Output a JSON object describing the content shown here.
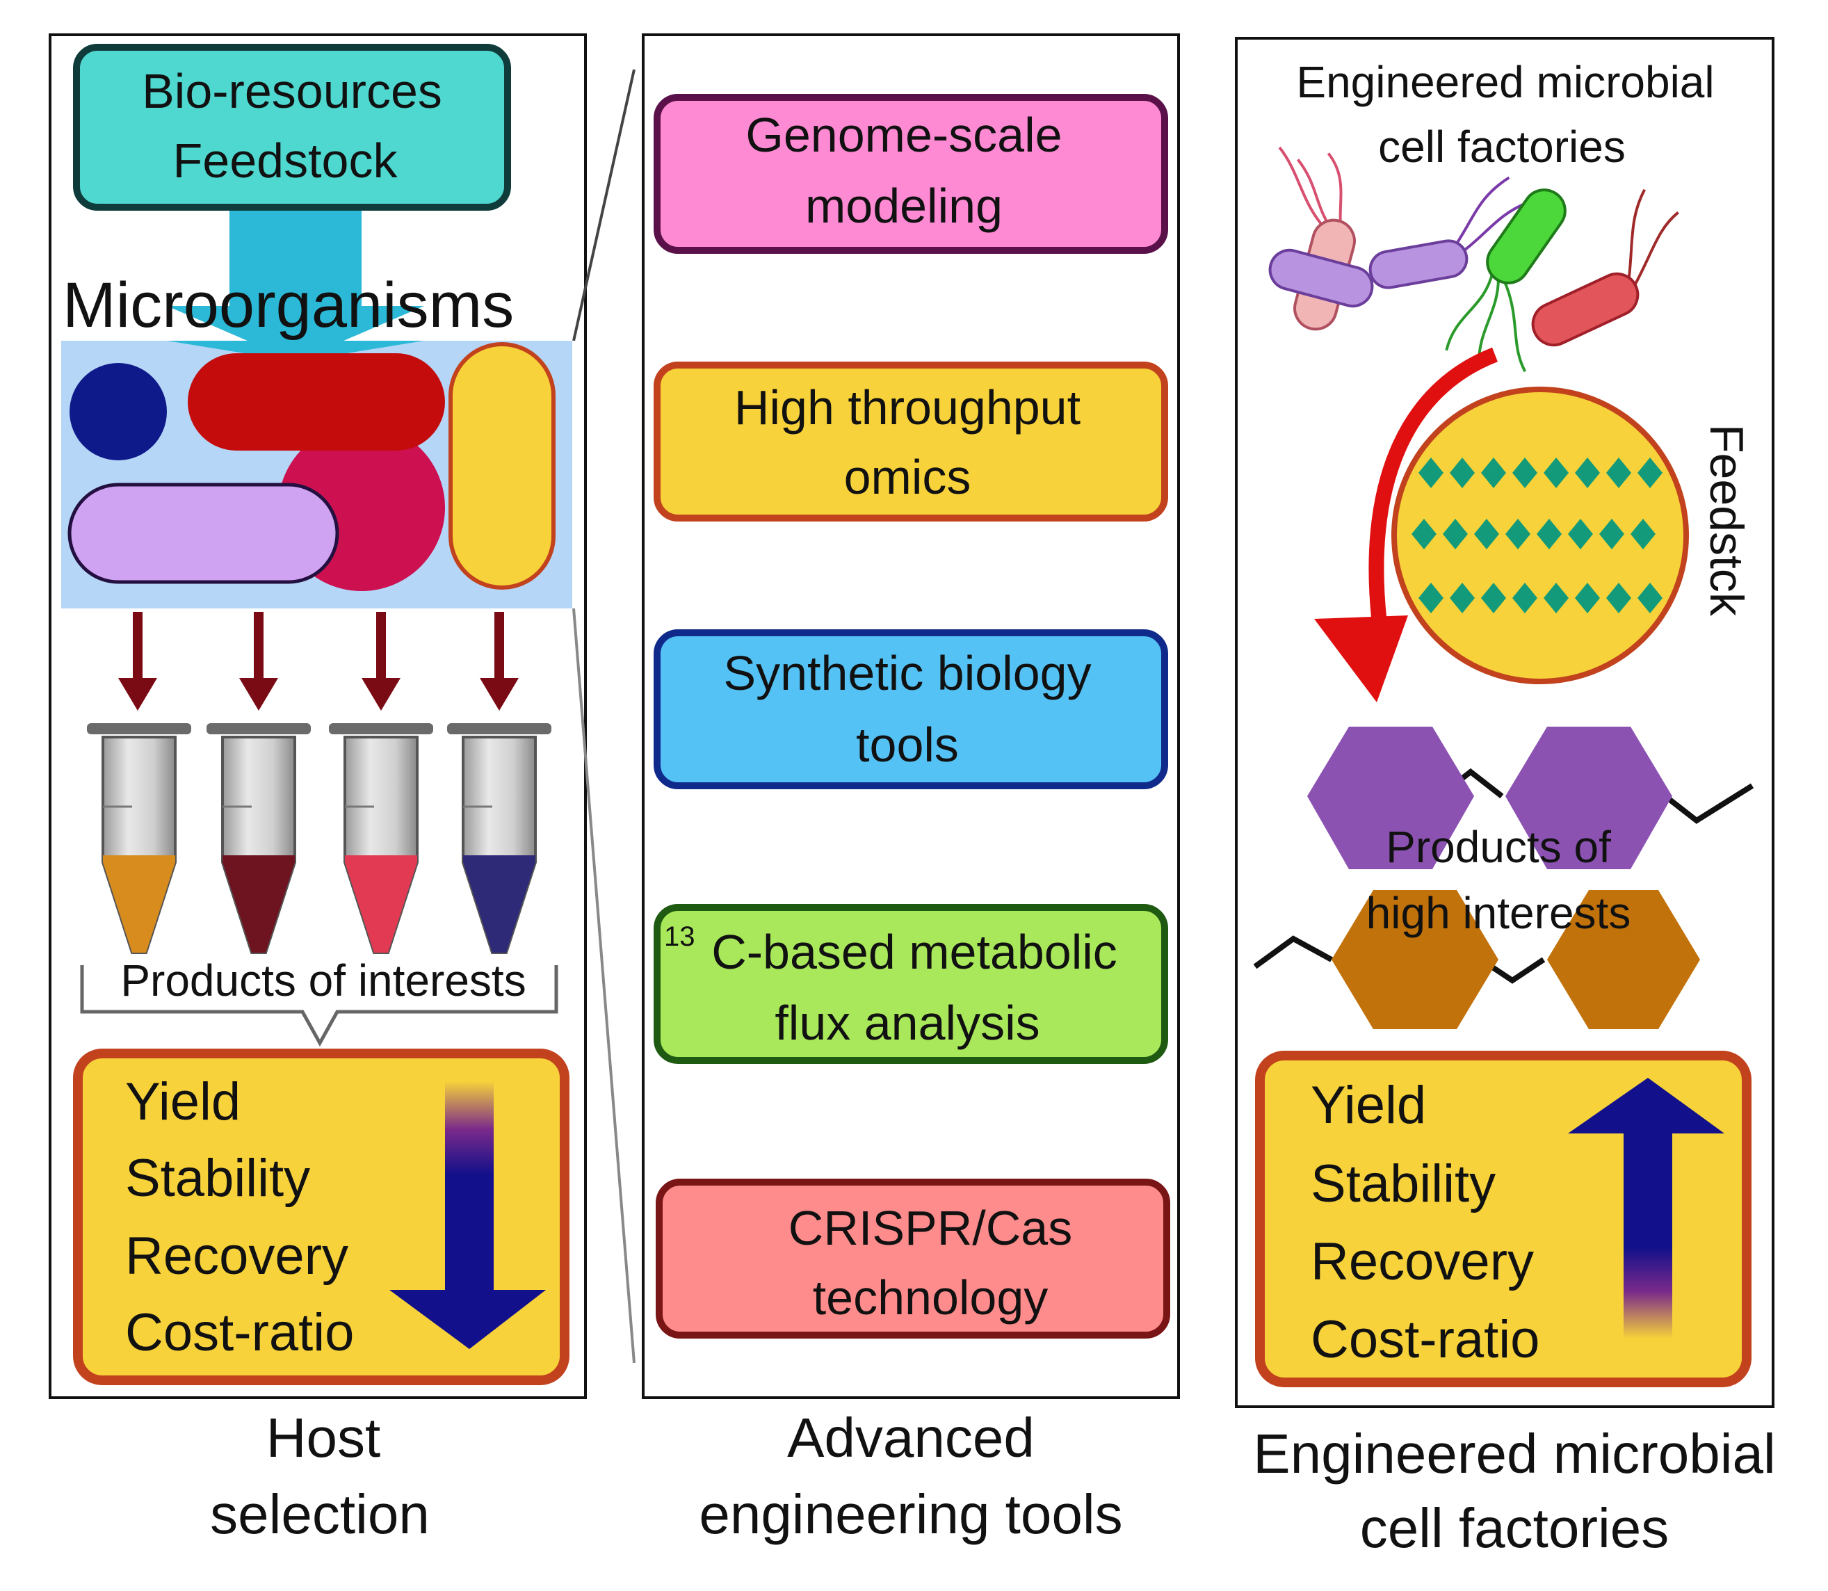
{
  "panel_left": {
    "feedstock_box": {
      "line1": "Bio-resources",
      "line2": "Feedstock"
    },
    "microorganisms_label": "Microorganisms",
    "products_label": "Products of interests",
    "metrics": [
      "Yield",
      "Stability",
      "Recovery",
      "Cost-ratio"
    ],
    "trend": "decrease",
    "caption": {
      "line1": "Host",
      "line2": "selection"
    }
  },
  "panel_middle": {
    "tools": [
      {
        "line1": "Genome-scale",
        "line2": "modeling",
        "fill": "#FF8AD4",
        "stroke": "#5A1048"
      },
      {
        "line1": "High throughput",
        "line2": "omics",
        "fill": "#F7D23A",
        "stroke": "#C2421E"
      },
      {
        "line1": "Synthetic biology",
        "line2": "tools",
        "fill": "#55C2F5",
        "stroke": "#0F2A8A"
      },
      {
        "line1": "C-based metabolic",
        "superscript": "13",
        "line2": "flux analysis",
        "fill": "#A8E85A",
        "stroke": "#1F5A12"
      },
      {
        "line1": "CRISPR/Cas",
        "line2": "technology",
        "fill": "#FF8C8C",
        "stroke": "#7A1515"
      }
    ],
    "caption": {
      "line1": "Advanced",
      "line2": "engineering tools"
    }
  },
  "panel_right": {
    "title": {
      "line1": "Engineered microbial",
      "line2": "cell factories"
    },
    "feedstock_label": "Feedstck",
    "products_label": {
      "line1": "Products of",
      "line2": "high interests"
    },
    "metrics": [
      "Yield",
      "Stability",
      "Recovery",
      "Cost-ratio"
    ],
    "trend": "increase",
    "caption": {
      "line1": "Engineered microbial",
      "line2": "cell factories"
    }
  },
  "colors": {
    "teal": "#4FD8D0",
    "metric_box_fill": "#F7D23A",
    "metric_box_stroke": "#C2421E",
    "arrow_blue": "#12108A",
    "dark_red_arrow": "#7A0A14",
    "light_blue_bg": "#B5D6F7",
    "purple_hex": "#8B52B2",
    "brown_hex": "#C2720A"
  },
  "icons": [
    "bacterium-icon",
    "test-tube-icon",
    "hexagon-icon",
    "curved-arrow-icon"
  ]
}
